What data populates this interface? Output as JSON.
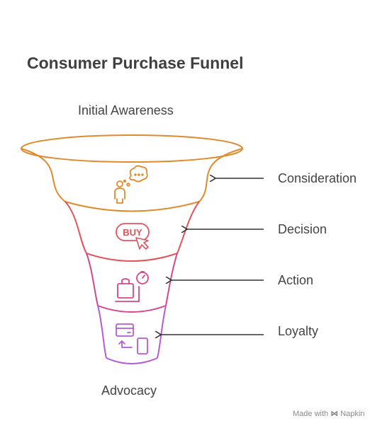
{
  "title": "Consumer Purchase Funnel",
  "top_label": "Initial Awareness",
  "bottom_label": "Advocacy",
  "stages": [
    {
      "label": "Consideration",
      "color": "#E08A2C",
      "icon": "person-thought-icon"
    },
    {
      "label": "Decision",
      "color": "#E0545A",
      "icon": "buy-button-icon"
    },
    {
      "label": "Action",
      "color": "#D7458E",
      "icon": "shopping-bag-icon"
    },
    {
      "label": "Loyalty",
      "color": "#B65BD6",
      "icon": "card-device-icon"
    }
  ],
  "icon_text": {
    "buy": "BUY"
  },
  "credit": {
    "prefix": "Made with",
    "brand": "Napkin"
  }
}
